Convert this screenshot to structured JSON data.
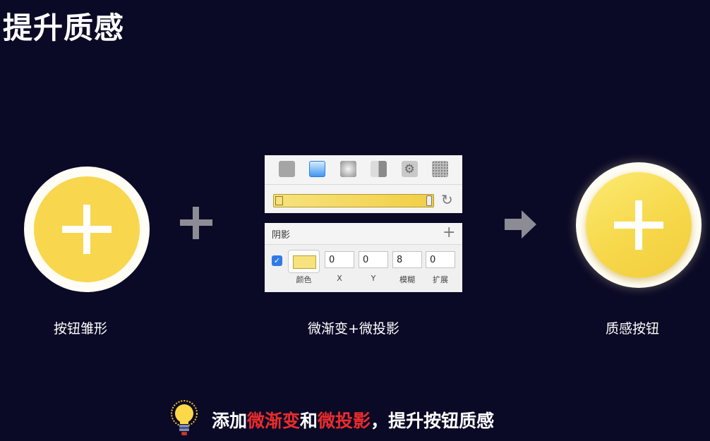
{
  "page": {
    "title": "提升质感"
  },
  "steps": {
    "flat_button": {
      "caption": "按钮雏形"
    },
    "effect_panel": {
      "caption": "微渐变+微投影"
    },
    "quality_button": {
      "caption": "质感按钮"
    }
  },
  "fill_panel": {
    "fill_types": [
      "solid-fill-icon",
      "linear-gradient-icon",
      "radial-gradient-icon",
      "angular-gradient-icon",
      "pattern-fill-icon",
      "noise-fill-icon"
    ],
    "gradient_start_color": "#f7e27d",
    "gradient_end_color": "#f1cf46"
  },
  "shadow_panel": {
    "title": "阴影",
    "enabled": true,
    "color": "#f7e27e",
    "fields": [
      {
        "label": "颜色"
      },
      {
        "label": "X",
        "value": "0"
      },
      {
        "label": "Y",
        "value": "0"
      },
      {
        "label": "模糊",
        "value": "8"
      },
      {
        "label": "扩展",
        "value": "0"
      }
    ]
  },
  "tip": {
    "part1": "添加",
    "highlight1": "微渐变",
    "part2": "和",
    "highlight2": "微投影",
    "part3": "，提升按钮质感"
  },
  "colors": {
    "background": "#0b0a26",
    "button_yellow": "#f8d64e",
    "highlight_red": "#ea2c2c"
  }
}
